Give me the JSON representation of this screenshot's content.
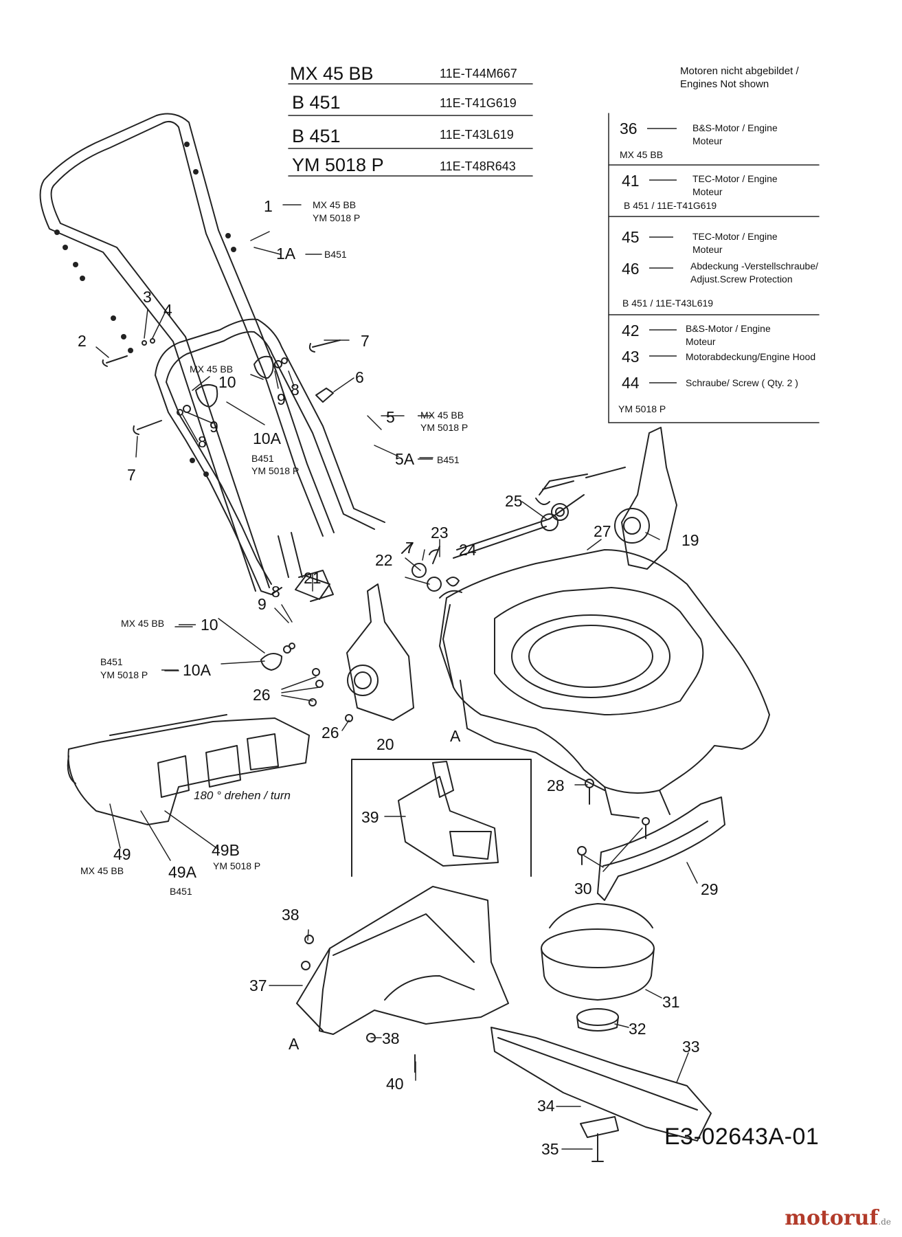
{
  "header_table": [
    {
      "model": "MX 45 BB",
      "code": "11E-T44M667"
    },
    {
      "model": "B 451",
      "code": "11E-T41G619"
    },
    {
      "model": "B 451",
      "code": "11E-T43L619"
    },
    {
      "model": "YM 5018 P",
      "code": "11E-T48R643"
    }
  ],
  "motor_note": {
    "line1": "Motoren   nicht abgebildet /",
    "line2": "Engines    Not shown"
  },
  "engine_table": {
    "groups": [
      {
        "rows": [
          {
            "num": "36",
            "desc": [
              "B&S-Motor / Engine",
              "Moteur"
            ]
          }
        ],
        "footer": "MX 45 BB"
      },
      {
        "rows": [
          {
            "num": "41",
            "desc": [
              "TEC-Motor / Engine",
              "Moteur"
            ]
          }
        ],
        "footer": "B 451 / 11E-T41G619"
      },
      {
        "rows": [
          {
            "num": "45",
            "desc": [
              "TEC-Motor / Engine",
              "Moteur"
            ]
          },
          {
            "num": "46",
            "desc": [
              "Abdeckung -Verstellschraube/",
              "Adjust.Screw Protection"
            ]
          }
        ],
        "footer": "B 451 / 11E-T43L619"
      },
      {
        "rows": [
          {
            "num": "42",
            "desc": [
              "B&S-Motor / Engine",
              "Moteur"
            ]
          },
          {
            "num": "43",
            "desc": [
              "Motorabdeckung/Engine Hood"
            ]
          },
          {
            "num": "44",
            "desc": [
              "Schraube/ Screw ( Qty. 2 )"
            ]
          }
        ],
        "footer": "YM 5018 P"
      }
    ]
  },
  "callouts": {
    "c1": "1",
    "c1_m1": "MX 45 BB",
    "c1_m2": "YM 5018 P",
    "c1A": "1A",
    "c1A_m": "B451",
    "c2": "2",
    "c3": "3",
    "c4": "4",
    "c7a": "7",
    "c6": "6",
    "c8a": "8",
    "c9a": "9",
    "c10a": "10",
    "c10a_m": "MX 45 BB",
    "c9b": "9",
    "c8b": "8",
    "c7b": "7",
    "c10A": "10A",
    "c10A_m1": "B451",
    "c10A_m2": "YM 5018 P",
    "c5": "5",
    "c5_m1": "MX 45 BB",
    "c5_m2": "YM 5018 P",
    "c5A": "5A",
    "c5A_m": "B451",
    "c25": "25",
    "c27": "27",
    "c19": "19",
    "c23": "23",
    "c7c": "7",
    "c22": "22",
    "c24": "24",
    "c21": "21",
    "c8c": "8",
    "c9c": "9",
    "c10b": "10",
    "c10b_m": "MX 45 BB",
    "c10Ab": "10A",
    "c10Ab_m1": "B451",
    "c10Ab_m2": "YM 5018 P",
    "c26a": "26",
    "c26b": "26",
    "c20": "20",
    "cA1": "A",
    "c28": "28",
    "c39": "39",
    "c30": "30",
    "c29": "29",
    "rotate_note": "180 ° drehen / turn",
    "c49": "49",
    "c49_m": "MX 45 BB",
    "c49A": "49A",
    "c49A_m": "B451",
    "c49B": "49B",
    "c49B_m": "YM 5018 P",
    "c38a": "38",
    "c37": "37",
    "cA2": "A",
    "c38b": "38",
    "c40": "40",
    "c31": "31",
    "c32": "32",
    "c33": "33",
    "c34": "34",
    "c35": "35"
  },
  "diagram_code": "E3-02643A-01",
  "logo": {
    "main": "motoruf",
    "suffix": ".de"
  }
}
